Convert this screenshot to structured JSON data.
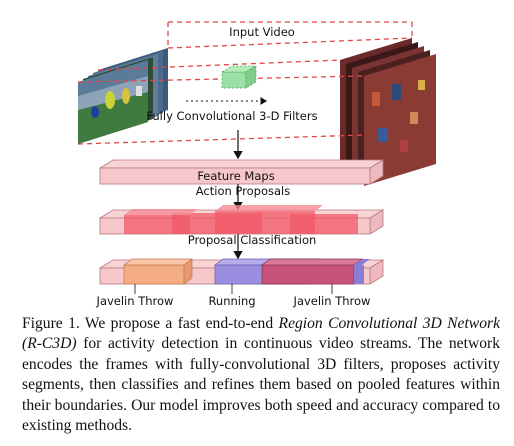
{
  "figure": {
    "labels": {
      "input_video": "Input Video",
      "filters": "Fully Convolutional 3-D Filters",
      "feature_maps": "Feature Maps",
      "action_proposals": "Action Proposals",
      "proposal_classification": "Proposal Classification",
      "class_javelin_1": "Javelin Throw",
      "class_running": "Running",
      "class_javelin_2": "Javelin Throw"
    },
    "colors": {
      "feature_maps": "#f6c8cc",
      "proposals_bar": "#f6c8cc",
      "proposal_segment": "#f25a68",
      "javelin_orange": "#f4ad82",
      "running_purple": "#9a8ee0",
      "javelin_crimson": "#c75478",
      "filter_green": "#9be0a4",
      "dashed_red": "#e04848"
    }
  },
  "caption": {
    "lead": "Figure 1. We propose a fast end-to-end ",
    "model_name": "Region Convolutional 3D Network (R-C3D)",
    "rest": " for activity detection in continuous video streams. The network encodes the frames with fully-convolutional 3D filters, proposes activity segments, then classifies and refines them based on pooled features within their boundaries. Our model improves both speed and accuracy compared to existing methods."
  }
}
